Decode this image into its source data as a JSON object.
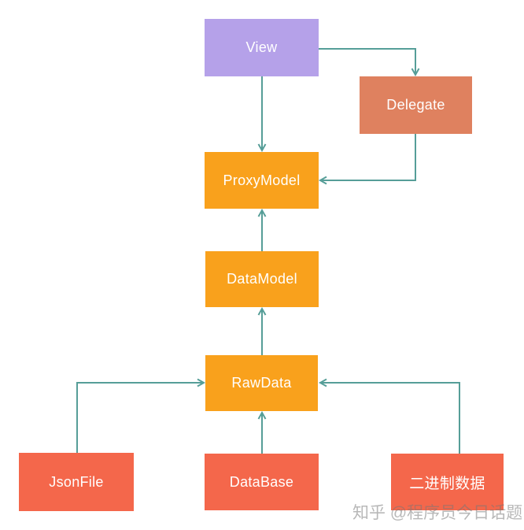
{
  "diagram": {
    "nodes": [
      {
        "id": "view",
        "label": "View",
        "fill": "#b5a1e9",
        "text_color": "#ffffff"
      },
      {
        "id": "delegate",
        "label": "Delegate",
        "fill": "#df815f",
        "text_color": "#ffffff"
      },
      {
        "id": "proxy-model",
        "label": "ProxyModel",
        "fill": "#f9a11c",
        "text_color": "#ffffff"
      },
      {
        "id": "data-model",
        "label": "DataModel",
        "fill": "#f9a11c",
        "text_color": "#ffffff"
      },
      {
        "id": "raw-data",
        "label": "RawData",
        "fill": "#f9a11c",
        "text_color": "#ffffff"
      },
      {
        "id": "json-file",
        "label": "JsonFile",
        "fill": "#f4674b",
        "text_color": "#ffffff"
      },
      {
        "id": "database",
        "label": "DataBase",
        "fill": "#f4674b",
        "text_color": "#ffffff"
      },
      {
        "id": "binary-data",
        "label": "二进制数据",
        "fill": "#f4674b",
        "text_color": "#ffffff"
      }
    ],
    "edges": [
      {
        "from": "View",
        "to": "ProxyModel",
        "route": "straight-down"
      },
      {
        "from": "View",
        "to": "Delegate",
        "route": "right-then-down"
      },
      {
        "from": "Delegate",
        "to": "ProxyModel",
        "route": "down-then-left"
      },
      {
        "from": "DataModel",
        "to": "ProxyModel",
        "route": "straight-up"
      },
      {
        "from": "RawData",
        "to": "DataModel",
        "route": "straight-up"
      },
      {
        "from": "DataBase",
        "to": "RawData",
        "route": "straight-up"
      },
      {
        "from": "JsonFile",
        "to": "RawData",
        "route": "up-then-right"
      },
      {
        "from": "二进制数据",
        "to": "RawData",
        "route": "up-then-left"
      }
    ],
    "connector_color": "#569e98",
    "background_color": "#ffffff"
  },
  "watermark": {
    "text": "知乎 @程序员今日话题"
  }
}
